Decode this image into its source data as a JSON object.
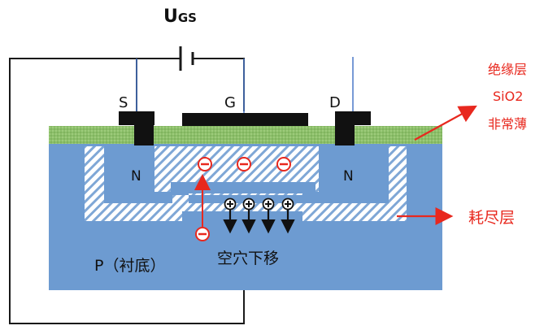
{
  "voltage_label": {
    "main": "U",
    "sub": "GS"
  },
  "terminals": {
    "source": "S",
    "gate": "G",
    "drain": "D"
  },
  "regions": {
    "n_left": "N",
    "n_right": "N",
    "substrate": "P（衬底）"
  },
  "annotations": {
    "insulator_line1": "绝缘层",
    "insulator_line2": "SiO2",
    "insulator_line3": "非常薄",
    "depletion": "耗尽层",
    "holes_move": "空穴下移"
  },
  "charges": {
    "electron": "⊖",
    "hole": "⊕"
  },
  "colors": {
    "substrate": "#6d9bd1",
    "oxide": "#8cbf6a",
    "metal": "#111111",
    "annotation": "#e8281e",
    "wire": "#1a1a1a",
    "lead": "#4a78c8"
  }
}
